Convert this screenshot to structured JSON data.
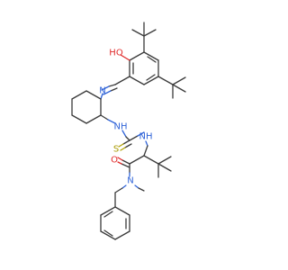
{
  "structure": {
    "atom_labels": {
      "hydroxyl": "HO",
      "imine_n": "N",
      "amine_nh_upper": "NH",
      "amine_nh_lower": "NH",
      "thio_s": "S",
      "carbonyl_o": "O",
      "amide_n": "N"
    }
  },
  "colors": {
    "bond": "#3a3a3a",
    "nitrogen": "#2f63d8",
    "oxygen": "#e02a2a",
    "sulfur": "#a89a00"
  }
}
